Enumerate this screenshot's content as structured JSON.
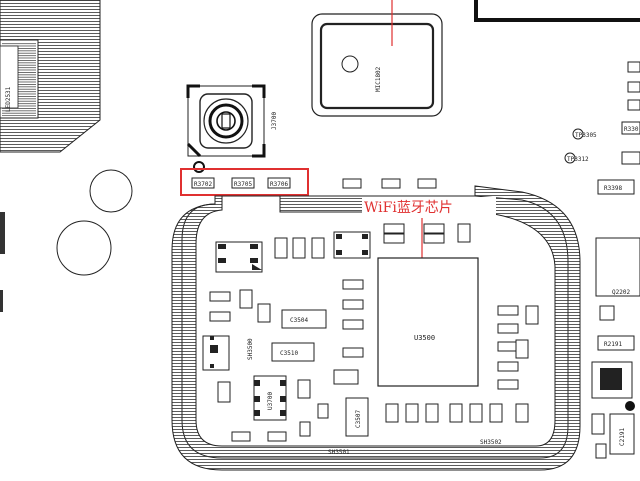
{
  "diagram": {
    "annotation": "WiFi蓝牙芯片",
    "labels": {
      "mic": "MIC1802",
      "connector": "J3700",
      "led": "LED2531",
      "chip": "U3500",
      "shield1": "SH3501",
      "shield2": "SH3502",
      "c3504": "C3504",
      "c3510": "C3510",
      "c3507": "C3507",
      "q2202": "Q2202",
      "r2191": "R2191",
      "r3398": "R3398",
      "r330": "R330",
      "tp3305": "TP3305",
      "tp3312": "TP3312",
      "u3700": "U3700",
      "sh3500": "SH3500",
      "c2191": "C2191",
      "r3702": "R3702",
      "r3705": "R3705",
      "r3706": "R3706"
    },
    "colors": {
      "annotation": "#e03030",
      "line": "#222222"
    }
  }
}
